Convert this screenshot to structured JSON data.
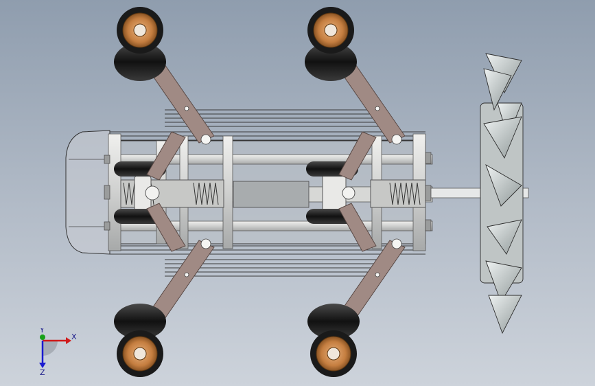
{
  "scene": {
    "colors": {
      "link": "#a08a84",
      "link_edge": "#5a4a46",
      "tire": "#1e1e1e",
      "hub": "#c8864a",
      "frame": "#d8d8d6",
      "frame_edge": "#555555",
      "propeller": "#c9cfcf"
    }
  },
  "triad": {
    "x_label": "X",
    "y_label": "Y",
    "z_label": "Z",
    "x_color": "#d01a1a",
    "y_color": "#18a018",
    "z_color": "#1a1ad0"
  }
}
